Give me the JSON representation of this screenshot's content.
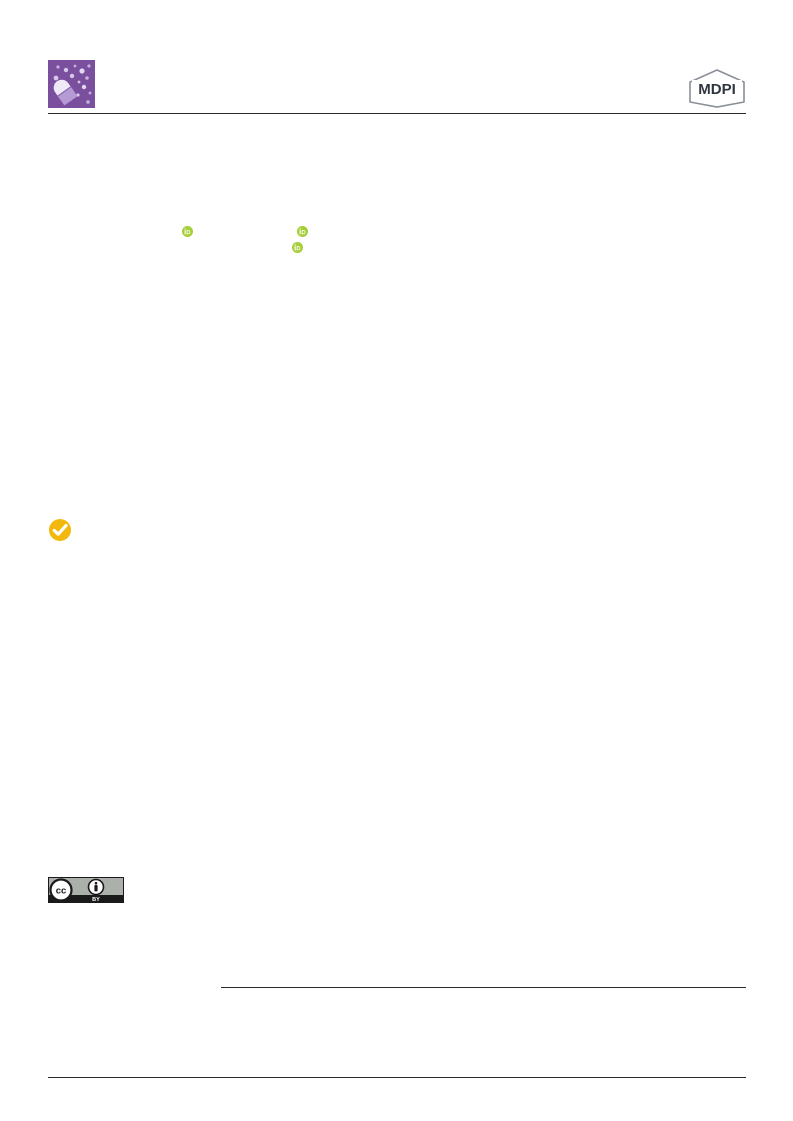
{
  "header": {
    "journal_logo": {
      "icon": "molecule-capsule-icon",
      "color": "#7a4f9e"
    },
    "publisher_logo": {
      "text": "MDPI",
      "color": "#2f3640"
    }
  },
  "authors": {
    "orcid_icons": [
      {
        "icon": "orcid-icon",
        "color": "#a6ce39"
      },
      {
        "icon": "orcid-icon",
        "color": "#a6ce39"
      },
      {
        "icon": "orcid-icon",
        "color": "#a6ce39"
      }
    ]
  },
  "sidebar": {
    "check_for_updates": {
      "icon": "check-for-updates-icon",
      "color": "#f2b90c"
    },
    "license": {
      "icon": "creative-commons-by-icon",
      "text_by": "BY",
      "label_cc": "cc"
    }
  }
}
